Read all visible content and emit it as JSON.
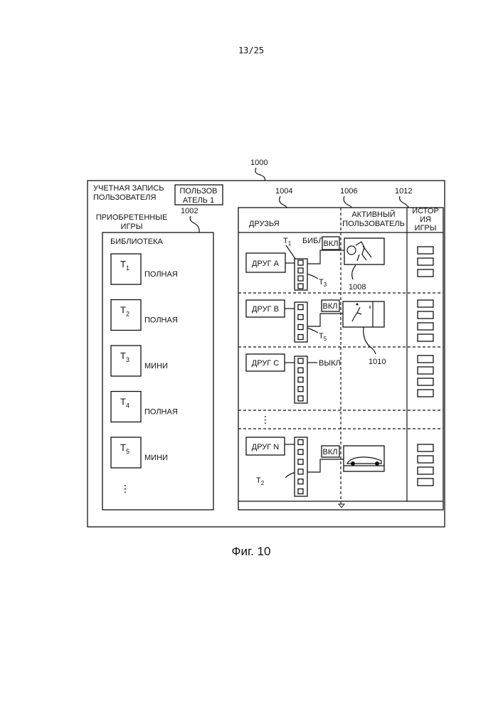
{
  "page_number": "13/25",
  "figure_caption": "Фиг. 10",
  "refs": {
    "screen": "1000",
    "purchased": "1002",
    "friends": "1004",
    "active": "1006",
    "history": "1012",
    "img_a": "1008",
    "img_b": "1010"
  },
  "account": {
    "label_line1": "УЧЕТНАЯ ЗАПИСЬ",
    "label_line2": "ПОЛЬЗОВАТЕЛЯ",
    "user_line1": "ПОЛЬЗОВ",
    "user_line2": "АТЕЛЬ 1"
  },
  "purchased": {
    "title_line1": "ПРИОБРЕТЕННЫЕ",
    "title_line2": "ИГРЫ",
    "library_label": "БИБЛИОТЕКА",
    "more": "⋮",
    "tiles": [
      {
        "letter": "T",
        "index": "1",
        "type": "ПОЛНАЯ"
      },
      {
        "letter": "T",
        "index": "2",
        "type": "ПОЛНАЯ"
      },
      {
        "letter": "T",
        "index": "3",
        "type": "МИНИ"
      },
      {
        "letter": "T",
        "index": "4",
        "type": "ПОЛНАЯ"
      },
      {
        "letter": "T",
        "index": "5",
        "type": "МИНИ"
      }
    ]
  },
  "friends_panel": {
    "col_friends": "ДРУЗЬЯ",
    "col_active_line1": "АКТИВНЫЙ",
    "col_active_line2": "ПОЛЬЗОВАТЕЛЬ",
    "col_history_line1": "ИСТОР",
    "col_history_line2": "ИЯ",
    "col_history_line3": "ИГРЫ",
    "lib_label": "БИБЛ.",
    "more": "⋮",
    "scroll_icon": "triangle-down",
    "rows": [
      {
        "name": "ДРУГ А",
        "status": "ВКЛ",
        "callout_letter": "T",
        "callout_index": "3",
        "lib_letter": "T",
        "lib_index": "1",
        "game": "warrior"
      },
      {
        "name": "ДРУГ В",
        "status": "ВКЛ",
        "callout_letter": "T",
        "callout_index": "5",
        "game": "basketball"
      },
      {
        "name": "ДРУГ С",
        "status": "ВЫКЛ"
      },
      {
        "name": "ДРУГ N",
        "status": "ВКЛ",
        "callout_letter": "T",
        "callout_index": "2",
        "game": "racing-car"
      }
    ]
  }
}
